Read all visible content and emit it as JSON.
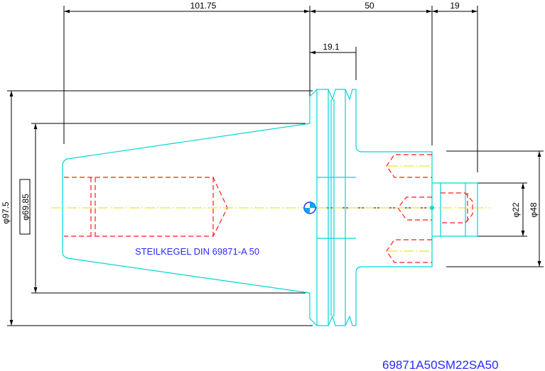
{
  "dimensions": {
    "length_cone": "101.75",
    "length_flange": "50",
    "length_shank": "19",
    "flange_width": "19.1",
    "dia_outer": "φ97.5",
    "dia_cone": "φ69.85",
    "dia_22": "φ22",
    "dia_48": "φ48"
  },
  "labels": {
    "cone_name": "STEILKEGEL DIN 69871-A 50",
    "part_number": "69871A50SM22SA50"
  },
  "colors": {
    "contour": "#00d6d6",
    "hidden": "#ff1a1a",
    "centerline": "#e6dd00",
    "dimension": "#000000",
    "text": "#2a2aff"
  }
}
